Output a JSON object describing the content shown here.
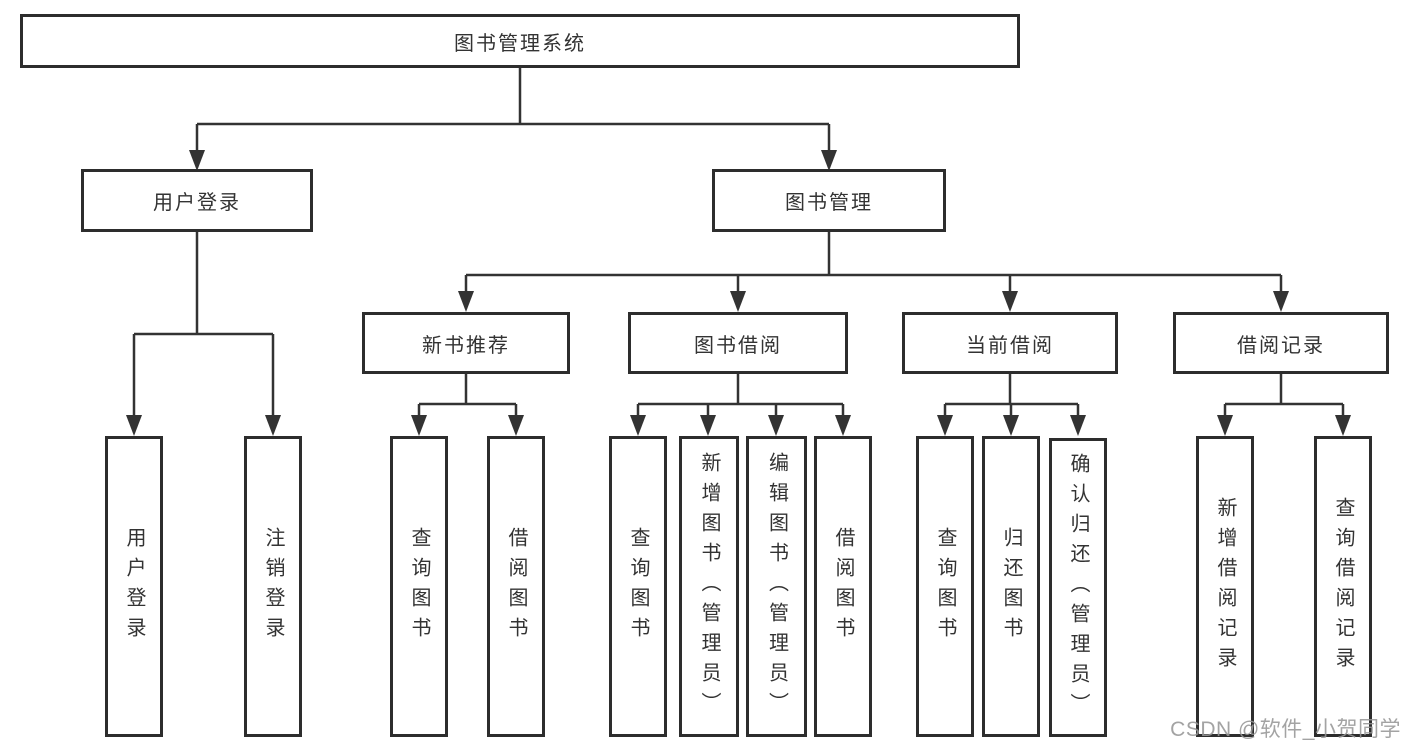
{
  "tree": {
    "root": {
      "label": "图书管理系统"
    },
    "level1": [
      {
        "label": "用户登录",
        "children": [
          {
            "label": "用户登录"
          },
          {
            "label": "注销登录"
          }
        ]
      },
      {
        "label": "图书管理",
        "children": [
          {
            "label": "新书推荐",
            "children": [
              {
                "label": "查询图书"
              },
              {
                "label": "借阅图书"
              }
            ]
          },
          {
            "label": "图书借阅",
            "children": [
              {
                "label": "查询图书"
              },
              {
                "label": "新增图书（管理员）"
              },
              {
                "label": "编辑图书（管理员）"
              },
              {
                "label": "借阅图书"
              }
            ]
          },
          {
            "label": "当前借阅",
            "children": [
              {
                "label": "查询图书"
              },
              {
                "label": "归还图书"
              },
              {
                "label": "确认归还（管理员）"
              }
            ]
          },
          {
            "label": "借阅记录",
            "children": [
              {
                "label": "新增借阅记录"
              },
              {
                "label": "查询借阅记录"
              }
            ]
          }
        ]
      }
    ]
  },
  "watermark": {
    "text": "CSDN @软件_小贺同学"
  },
  "colors": {
    "line": "#333333",
    "border": "#2d2d2d",
    "text": "#333333",
    "watermark": "#969696",
    "background": "#ffffff"
  }
}
